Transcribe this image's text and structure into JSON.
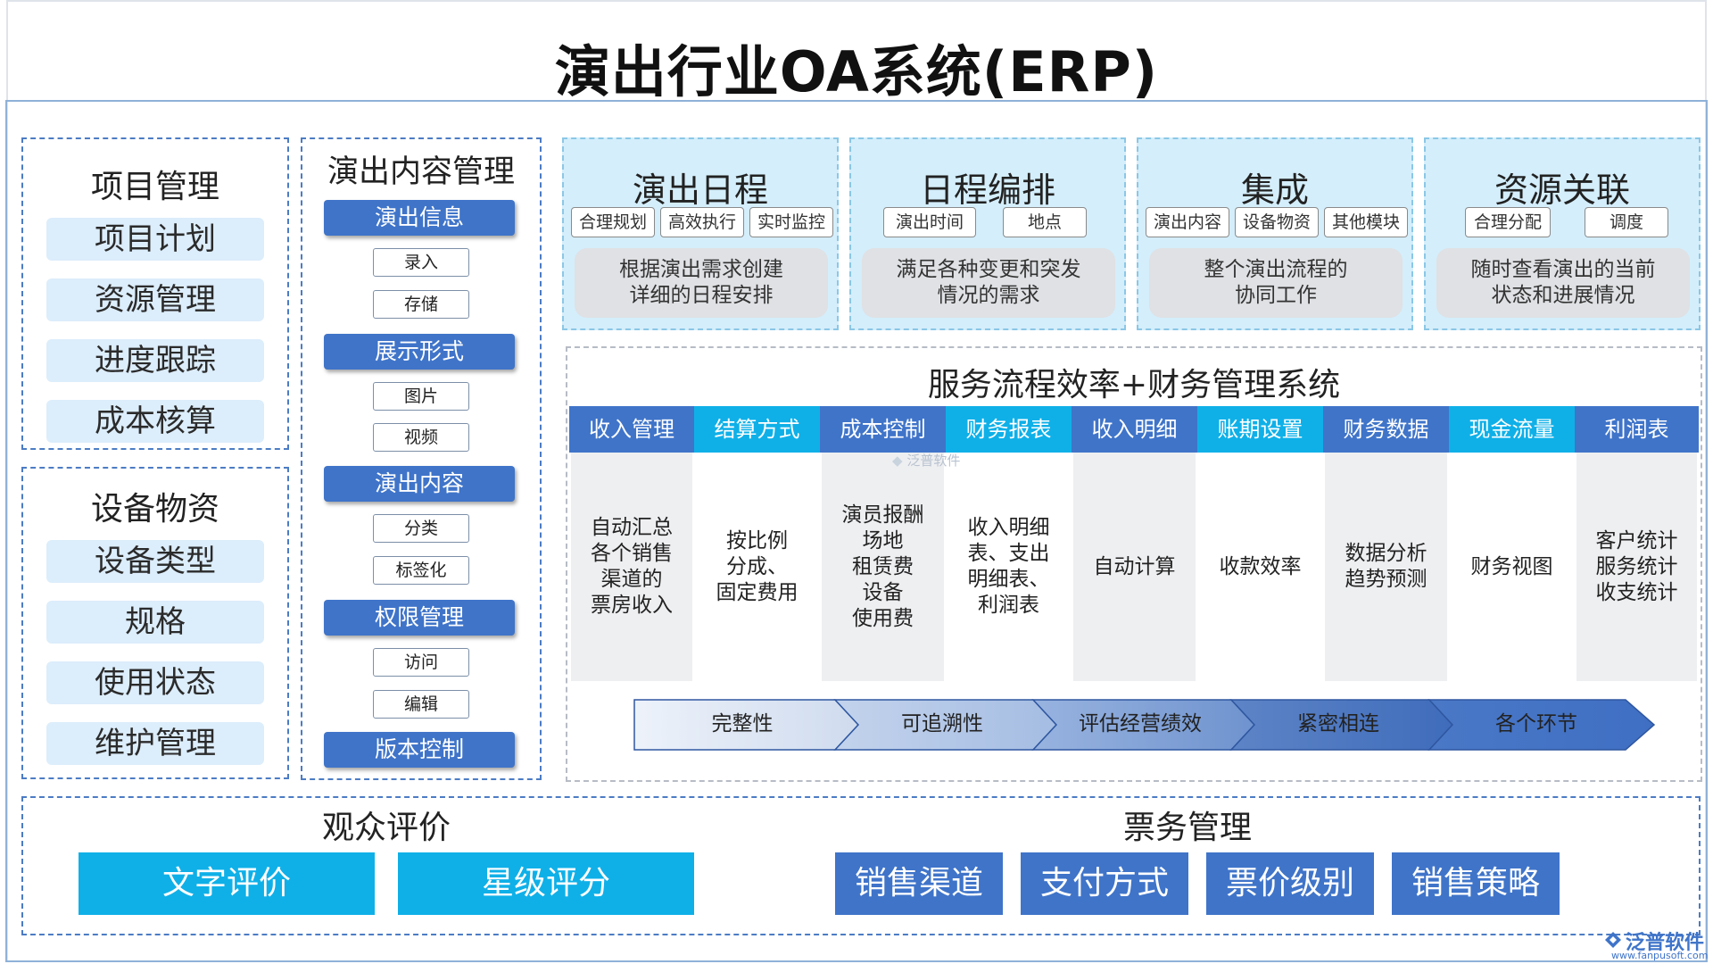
{
  "title": "演出行业OA系统(ERP)",
  "project_mgmt": {
    "title": "项目管理",
    "items": [
      "项目计划",
      "资源管理",
      "进度跟踪",
      "成本核算"
    ]
  },
  "equipment": {
    "title": "设备物资",
    "items": [
      "设备类型",
      "规格",
      "使用状态",
      "维护管理"
    ]
  },
  "content_mgmt": {
    "title": "演出内容管理",
    "groups": [
      {
        "label": "演出信息",
        "subs": [
          "录入",
          "存储"
        ]
      },
      {
        "label": "展示形式",
        "subs": [
          "图片",
          "视频"
        ]
      },
      {
        "label": "演出内容",
        "subs": [
          "分类",
          "标签化"
        ]
      },
      {
        "label": "权限管理",
        "subs": [
          "访问",
          "编辑"
        ]
      },
      {
        "label": "版本控制",
        "subs": []
      }
    ]
  },
  "top_modules": [
    {
      "title": "演出日程",
      "tags": [
        "合理规划",
        "高效执行",
        "实时监控"
      ],
      "desc1": "根据演出需求创建",
      "desc2": "详细的日程安排"
    },
    {
      "title": "日程编排",
      "tags": [
        "演出时间",
        "地点"
      ],
      "desc1": "满足各种变更和突发",
      "desc2": "情况的需求"
    },
    {
      "title": "集成",
      "tags": [
        "演出内容",
        "设备物资",
        "其他模块"
      ],
      "desc1": "整个演出流程的",
      "desc2": "协同工作"
    },
    {
      "title": "资源关联",
      "tags": [
        "合理分配",
        "调度"
      ],
      "desc1": "随时查看演出的当前",
      "desc2": "状态和进展情况"
    }
  ],
  "service_finance": {
    "title": "服务流程效率+财务管理系统",
    "columns": [
      {
        "header": "收入管理",
        "lines": [
          "自动汇总",
          "各个销售",
          "渠道的",
          "票房收入"
        ]
      },
      {
        "header": "结算方式",
        "lines": [
          "按比例",
          "分成、",
          "固定费用"
        ]
      },
      {
        "header": "成本控制",
        "lines": [
          "演员报酬",
          "场地",
          "租赁费",
          "设备",
          "使用费"
        ]
      },
      {
        "header": "财务报表",
        "lines": [
          "收入明细",
          "表、支出",
          "明细表、",
          "利润表"
        ]
      },
      {
        "header": "收入明细",
        "lines": [
          "自动计算"
        ]
      },
      {
        "header": "账期设置",
        "lines": [
          "收款效率"
        ]
      },
      {
        "header": "财务数据",
        "lines": [
          "数据分析",
          "趋势预测"
        ]
      },
      {
        "header": "现金流量",
        "lines": [
          "财务视图"
        ]
      },
      {
        "header": "利润表",
        "lines": [
          "客户统计",
          "服务统计",
          "收支统计"
        ]
      }
    ],
    "arrows": [
      "完整性",
      "可追溯性",
      "评估经营绩效",
      "紧密相连",
      "各个环节"
    ],
    "watermark": "泛普软件"
  },
  "audience": {
    "title": "观众评价",
    "items": [
      "文字评价",
      "星级评分"
    ]
  },
  "ticketing": {
    "title": "票务管理",
    "items": [
      "销售渠道",
      "支付方式",
      "票价级别",
      "销售策略"
    ]
  },
  "logo": {
    "name": "泛普软件",
    "url": "www.fanpusoft.com"
  },
  "colors": {
    "header_blue": "#3f74c9",
    "header_cyan": "#0fb0e8",
    "pill_bg": "#dcedfb",
    "top_box_bg": "#d4eefb"
  }
}
